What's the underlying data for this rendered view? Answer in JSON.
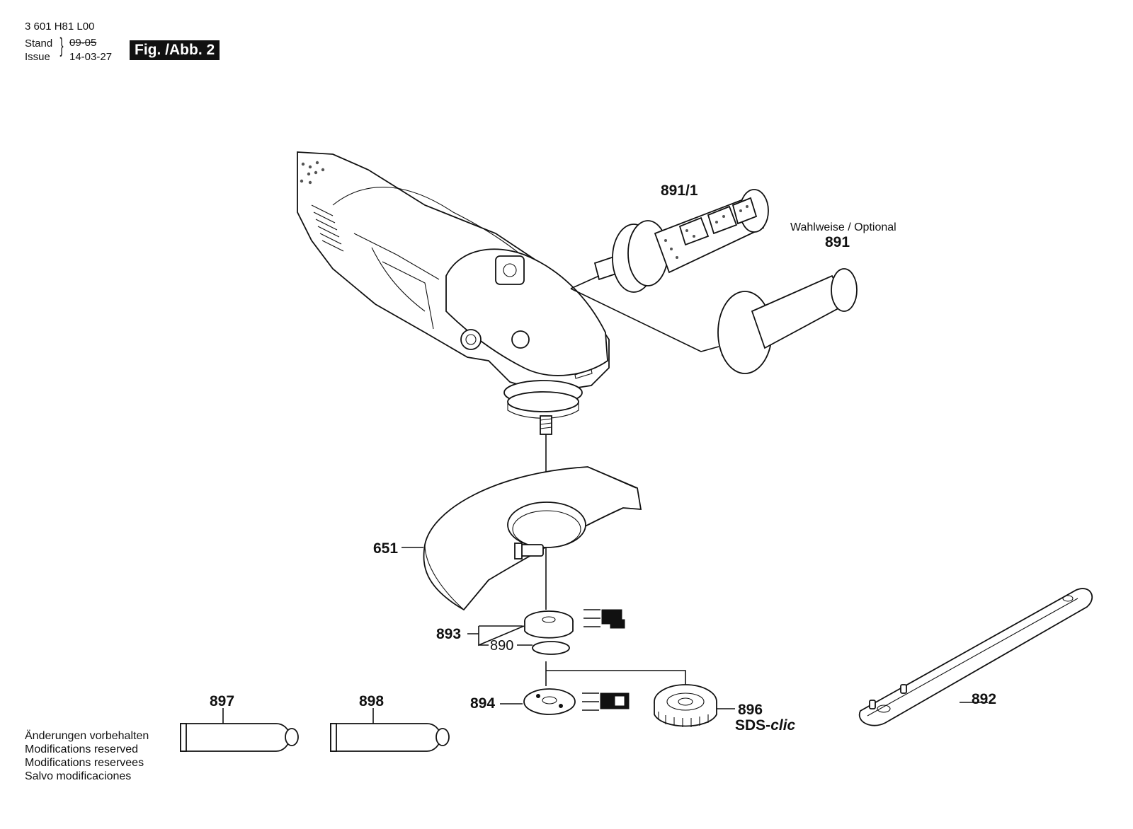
{
  "header": {
    "doc_number": "3 601 H81 L00",
    "stand_label": "Stand",
    "issue_label": "Issue",
    "stand_date": "09-05",
    "issue_date": "14-03-27",
    "figure_label": "Fig. /Abb. 2"
  },
  "callouts": {
    "p891_1": "891/1",
    "optional_note": "Wahlweise / Optional",
    "p891": "891",
    "p651": "651",
    "p893": "893",
    "p890": "890",
    "p894": "894",
    "p896": "896",
    "p896_brand_prefix": "SDS-",
    "p896_brand_suffix": "clic",
    "p897": "897",
    "p898": "898",
    "p892": "892"
  },
  "notes": [
    "Änderungen vorbehalten",
    "Modifications reserved",
    "Modifications reservees",
    "Salvo modificaciones"
  ]
}
